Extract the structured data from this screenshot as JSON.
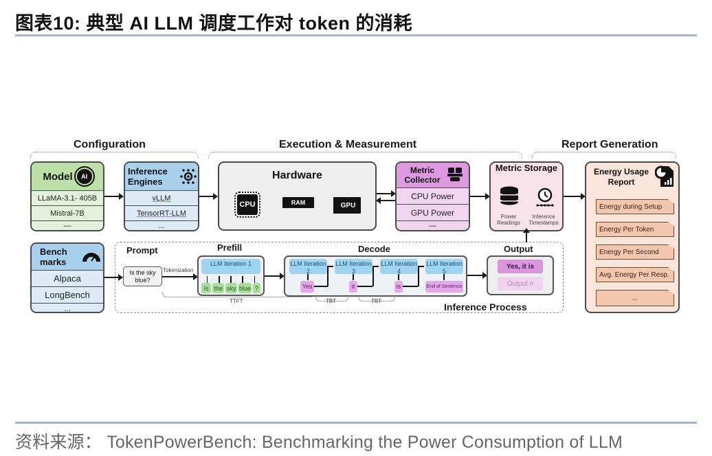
{
  "figure": {
    "title": "图表10:  典型 AI LLM 调度工作对 token 的消耗",
    "source": "资料来源： TokenPowerBench: Benchmarking the Power Consumption of LLM"
  },
  "sections": {
    "configuration": "Configuration",
    "execution": "Execution & Measurement",
    "report": "Report Generation"
  },
  "model": {
    "title": "Model",
    "icon_label": "AI",
    "items": [
      "LLaMA-3.1- 405B",
      "Mistral-7B",
      "—"
    ]
  },
  "inference_engines": {
    "title": "Inference Engines",
    "items": [
      "vLLM",
      "TensorRT-LLM",
      "..."
    ]
  },
  "hardware": {
    "title": "Hardware",
    "components": [
      "CPU",
      "RAM",
      "GPU"
    ]
  },
  "metric_collector": {
    "title": "Metric Collector",
    "items": [
      "CPU Power",
      "GPU Power",
      "—"
    ]
  },
  "metric_storage": {
    "title": "Metric Storage",
    "left_label": "Power Readings",
    "right_label": "Inference Timestamps"
  },
  "energy_report": {
    "title": "Energy Usage Report",
    "items": [
      "Energy during Setup",
      "Energy Per Token",
      "Energy Per Second",
      "Avg. Energy Per Resp.",
      "..."
    ]
  },
  "benchmarks": {
    "title": "Bench marks",
    "items": [
      "Alpaca",
      "LongBench",
      "..."
    ]
  },
  "inference_process": {
    "label": "Inference Process",
    "prompt_label": "Prompt",
    "prompt_text": "Is the sky blue?",
    "tokenization_label": "Tokenization",
    "prefill_label": "Prefill",
    "prefill_iteration": "LLM Iteration 1",
    "prefill_tokens": [
      "Is",
      "the",
      "sky",
      "blue",
      "?"
    ],
    "decode_label": "Decode",
    "decode_steps": [
      {
        "iteration": "LLM Iteration 2",
        "output": "Yes"
      },
      {
        "iteration": "LLM Iteration 3",
        "output": "it"
      },
      {
        "iteration": "LLM Iteration 4",
        "output": "is"
      },
      {
        "iteration": "LLM Iteration 5",
        "output": "End of Sentence"
      }
    ],
    "ttft_label": "TTFT",
    "tbt_label": "TBT",
    "output_label": "Output",
    "outputs": [
      "Yes, it is",
      "Output n"
    ]
  }
}
